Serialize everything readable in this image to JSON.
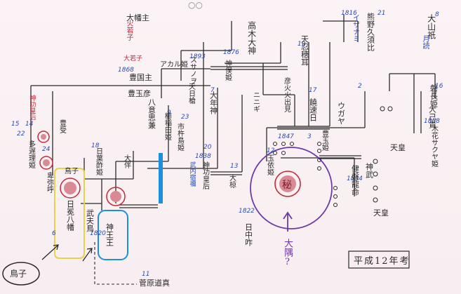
{
  "colors": {
    "ink": "#2a2a2a",
    "blue": "#2a4db8",
    "red": "#c6283a",
    "green": "#2f8a45",
    "purple": "#6b3aa8",
    "yellow": "#e8d24a",
    "cyan": "#1c8fe0"
  },
  "top_label": "○○",
  "names": [
    {
      "id": "ouyamatsumi",
      "text": "大山祇",
      "vertical": true
    },
    {
      "id": "kumano",
      "text": "熊野久須比",
      "vertical": true
    },
    {
      "id": "izanami",
      "text": "イザナミ",
      "vertical": true
    },
    {
      "id": "oohata",
      "text": "大幡主",
      "vertical": false
    },
    {
      "id": "ooyago",
      "text": "大若子",
      "vertical": false
    },
    {
      "id": "takagi",
      "text": "高木大神",
      "vertical": true
    },
    {
      "id": "akaru",
      "text": "アカル姫",
      "vertical": false
    },
    {
      "id": "tenmanine",
      "text": "天忍穂耳",
      "vertical": true
    },
    {
      "id": "nigihayahi",
      "text": "饒速日",
      "vertical": true
    },
    {
      "id": "toyotama",
      "text": "豊国主",
      "vertical": false
    },
    {
      "id": "toyotamahiko",
      "text": "豊玉彦",
      "vertical": false
    },
    {
      "id": "ihime",
      "text": "八意思兼",
      "vertical": true
    },
    {
      "id": "susanoo",
      "text": "スサノヲ",
      "vertical": true
    },
    {
      "id": "amenohi",
      "text": "天日槍",
      "vertical": true
    },
    {
      "id": "jinguu",
      "text": "神俣姫",
      "vertical": true
    },
    {
      "id": "dajoku",
      "text": "大年神",
      "vertical": true
    },
    {
      "id": "nakato",
      "text": "市杵島姫",
      "vertical": true
    },
    {
      "id": "mizuha",
      "text": "櫛稲田姫",
      "vertical": true
    },
    {
      "id": "ninigi",
      "text": "ニニギ",
      "vertical": true
    },
    {
      "id": "hoori",
      "text": "彦火火出見",
      "vertical": true
    },
    {
      "id": "ugaya",
      "text": "ウガヤ",
      "vertical": true
    },
    {
      "id": "jimmu",
      "text": "神武",
      "vertical": true
    },
    {
      "id": "kinoko",
      "text": "木花サクヤ姫",
      "vertical": true
    },
    {
      "id": "iwanaga",
      "text": "磐長姫",
      "vertical": true
    },
    {
      "id": "tamayori",
      "text": "玉依姫",
      "vertical": true
    },
    {
      "id": "toyotamahime",
      "text": "豊玉姫",
      "vertical": true
    },
    {
      "id": "tenno1",
      "text": "天皇",
      "vertical": false
    },
    {
      "id": "tenno2",
      "text": "天皇",
      "vertical": false
    },
    {
      "id": "kenmu",
      "text": "健磐龍命",
      "vertical": true
    },
    {
      "id": "onoko",
      "text": "大己貴",
      "vertical": true
    },
    {
      "id": "hachiman",
      "text": "日冕八幡",
      "vertical": true
    },
    {
      "id": "takeo",
      "text": "武夫鳥",
      "vertical": true
    },
    {
      "id": "himiko",
      "text": "卑弥呼",
      "vertical": true
    },
    {
      "id": "toyo",
      "text": "神功皇后",
      "vertical": true
    },
    {
      "id": "tachi",
      "text": "多遅理姫",
      "vertical": true
    },
    {
      "id": "toyoke",
      "text": "豊受",
      "vertical": true
    },
    {
      "id": "ootomo",
      "text": "大伴",
      "vertical": true
    },
    {
      "id": "chiyou",
      "text": "日葉酢姫",
      "vertical": true
    },
    {
      "id": "kamiou",
      "text": "神王王",
      "vertical": true
    },
    {
      "id": "sugawara",
      "text": "菅原道真",
      "vertical": false
    },
    {
      "id": "ooshi",
      "text": "大椋",
      "vertical": true
    },
    {
      "id": "hino",
      "text": "日中咋",
      "vertical": true
    },
    {
      "id": "kinmei",
      "text": "神功皇后",
      "vertical": true
    },
    {
      "id": "takeuchi",
      "text": "武内宿禰",
      "vertical": true
    },
    {
      "id": "miwa",
      "text": "鳥子",
      "vertical": false
    }
  ],
  "numbers": [
    {
      "id": "n1",
      "text": "1868"
    },
    {
      "id": "n2",
      "text": "21"
    },
    {
      "id": "n3",
      "text": "8"
    },
    {
      "id": "n4",
      "text": "19"
    },
    {
      "id": "n5",
      "text": "1893"
    },
    {
      "id": "n6",
      "text": "1876"
    },
    {
      "id": "n7",
      "text": "16"
    },
    {
      "id": "n8",
      "text": "7"
    },
    {
      "id": "n9",
      "text": "17"
    },
    {
      "id": "n10",
      "text": "2"
    },
    {
      "id": "n11",
      "text": "9"
    },
    {
      "id": "n12",
      "text": "23"
    },
    {
      "id": "n13",
      "text": "20"
    },
    {
      "id": "n14",
      "text": "3"
    },
    {
      "id": "n15",
      "text": "12"
    },
    {
      "id": "n16",
      "text": "13"
    },
    {
      "id": "n17",
      "text": "1847"
    },
    {
      "id": "n18",
      "text": "15"
    },
    {
      "id": "n19",
      "text": "22"
    },
    {
      "id": "n20",
      "text": "14"
    },
    {
      "id": "n21",
      "text": "24"
    },
    {
      "id": "n22",
      "text": "18"
    },
    {
      "id": "n23",
      "text": "1834"
    },
    {
      "id": "n24",
      "text": "6"
    },
    {
      "id": "n25",
      "text": "1822"
    },
    {
      "id": "n26",
      "text": "11"
    },
    {
      "id": "n27",
      "text": "1858"
    },
    {
      "id": "n28",
      "text": "1838"
    },
    {
      "id": "n29",
      "text": "1816"
    },
    {
      "id": "n30",
      "text": "1820"
    }
  ],
  "annotations": [
    {
      "id": "red_note",
      "text": "火若子"
    },
    {
      "id": "blue_note",
      "text": "月読"
    },
    {
      "id": "purple_note",
      "text": "大隅?"
    },
    {
      "id": "date_note",
      "text": "平成12年考"
    },
    {
      "id": "circle_note",
      "text": "鳥子"
    }
  ],
  "seal_text": "秘"
}
